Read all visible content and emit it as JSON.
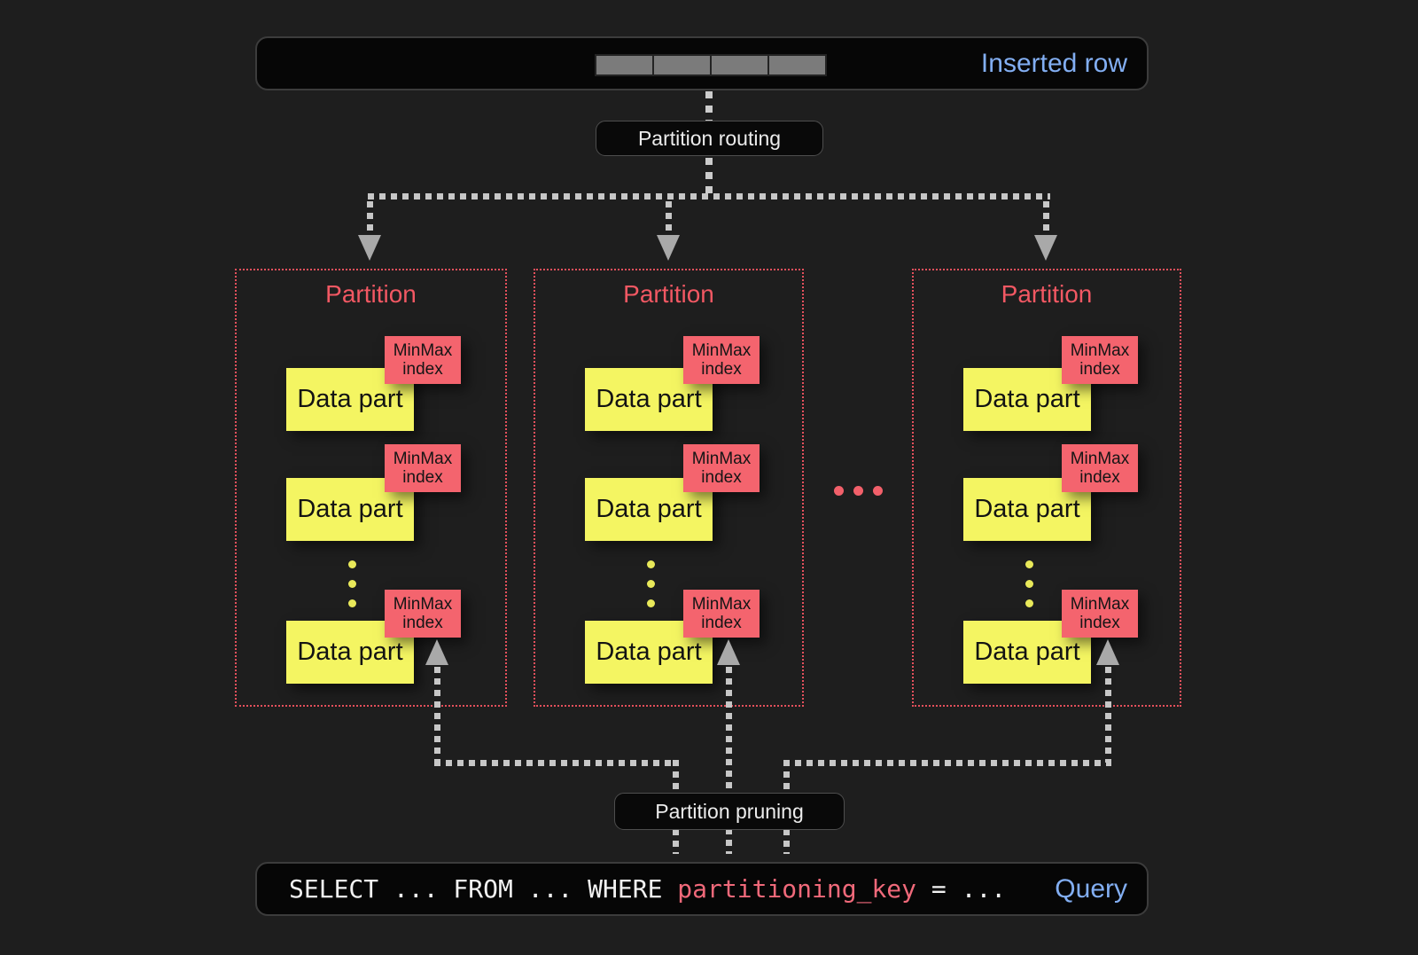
{
  "colors": {
    "background": "#1e1e1e",
    "bar_background": "#060606",
    "bar_border": "#3c3c3c",
    "accent_blue": "#82aef2",
    "partition_title_red": "#f25863",
    "partition_border_red": "#e5505c",
    "minmax_background": "#f4646e",
    "data_part_yellow": "#f4f562",
    "connector_gray": "#c7c7c7",
    "arrowhead_gray": "#a9a9a9",
    "code_key_red": "#f0697a",
    "ellipsis_dot_red": "#f2606a",
    "column_dot_yellow": "#e9e95a",
    "row_segment_gray": "#7b7b7b"
  },
  "inserted_row_bar": {
    "label": "Inserted row",
    "segment_count": 4
  },
  "routing_pill": {
    "label": "Partition routing"
  },
  "partitions": [
    {
      "title": "Partition",
      "data_parts": [
        {
          "label": "Data part",
          "index_label": "MinMax index"
        },
        {
          "label": "Data part",
          "index_label": "MinMax index"
        },
        {
          "label": "Data part",
          "index_label": "MinMax index"
        }
      ]
    },
    {
      "title": "Partition",
      "data_parts": [
        {
          "label": "Data part",
          "index_label": "MinMax index"
        },
        {
          "label": "Data part",
          "index_label": "MinMax index"
        },
        {
          "label": "Data part",
          "index_label": "MinMax index"
        }
      ]
    },
    {
      "title": "Partition",
      "data_parts": [
        {
          "label": "Data part",
          "index_label": "MinMax index"
        },
        {
          "label": "Data part",
          "index_label": "MinMax index"
        },
        {
          "label": "Data part",
          "index_label": "MinMax index"
        }
      ]
    }
  ],
  "pruning_pill": {
    "label": "Partition pruning"
  },
  "query_bar": {
    "code_before": "SELECT ... FROM ... WHERE ",
    "code_key": "partitioning_key",
    "code_after": " = ...",
    "label": "Query"
  }
}
